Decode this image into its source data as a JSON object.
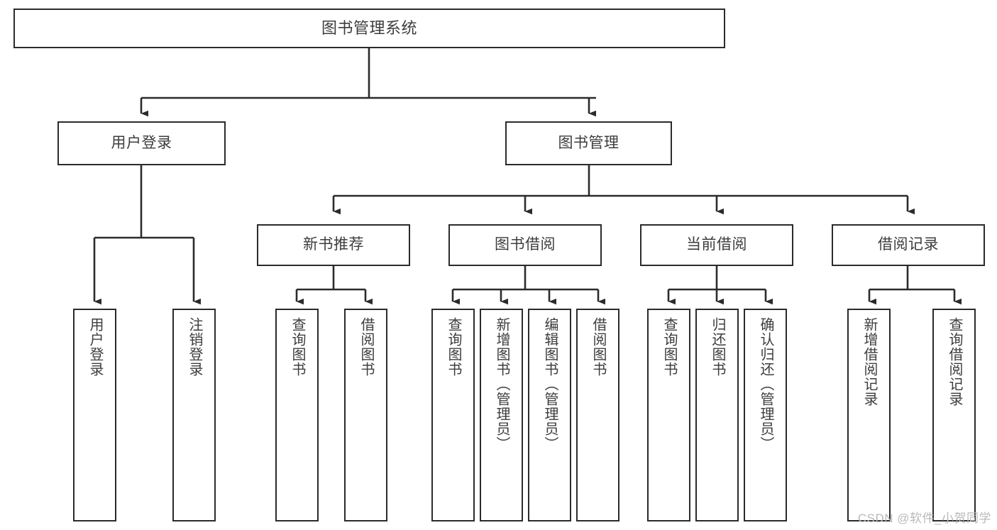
{
  "diagram": {
    "title": "图书管理系统",
    "type": "tree-hierarchy-chart",
    "root": {
      "id": "root",
      "label": "图书管理系统"
    },
    "level2": [
      {
        "id": "user-login",
        "label": "用户登录"
      },
      {
        "id": "book-management",
        "label": "图书管理"
      }
    ],
    "level3": [
      {
        "id": "new-book-recommend",
        "label": "新书推荐",
        "parent": "book-management"
      },
      {
        "id": "book-borrow",
        "label": "图书借阅",
        "parent": "book-management"
      },
      {
        "id": "current-borrow",
        "label": "当前借阅",
        "parent": "book-management"
      },
      {
        "id": "borrow-record",
        "label": "借阅记录",
        "parent": "book-management"
      }
    ],
    "leaves": {
      "user-login": [
        {
          "id": "leaf-user-login",
          "label": "用户登录"
        },
        {
          "id": "leaf-user-logout",
          "label": "注销登录"
        }
      ],
      "new-book-recommend": [
        {
          "id": "leaf-query-book-1",
          "label": "查询图书"
        },
        {
          "id": "leaf-borrow-book-1",
          "label": "借阅图书"
        }
      ],
      "book-borrow": [
        {
          "id": "leaf-query-book-2",
          "label": "查询图书"
        },
        {
          "id": "leaf-add-book",
          "label": "新增图书（管理员）"
        },
        {
          "id": "leaf-edit-book",
          "label": "编辑图书（管理员）"
        },
        {
          "id": "leaf-borrow-book-2",
          "label": "借阅图书"
        }
      ],
      "current-borrow": [
        {
          "id": "leaf-query-book-3",
          "label": "查询图书"
        },
        {
          "id": "leaf-return-book",
          "label": "归还图书"
        },
        {
          "id": "leaf-confirm-return",
          "label": "确认归还（管理员）"
        }
      ],
      "borrow-record": [
        {
          "id": "leaf-add-record",
          "label": "新增借阅记录"
        },
        {
          "id": "leaf-query-record",
          "label": "查询借阅记录"
        }
      ]
    },
    "colors": {
      "border": "#2b2b2b",
      "text": "#3d3d3d",
      "background": "#ffffff",
      "connector": "#2b2b2b",
      "watermark": "#b9b9b9"
    }
  },
  "watermark": {
    "text": "CSDN @软件_小贺同学"
  }
}
